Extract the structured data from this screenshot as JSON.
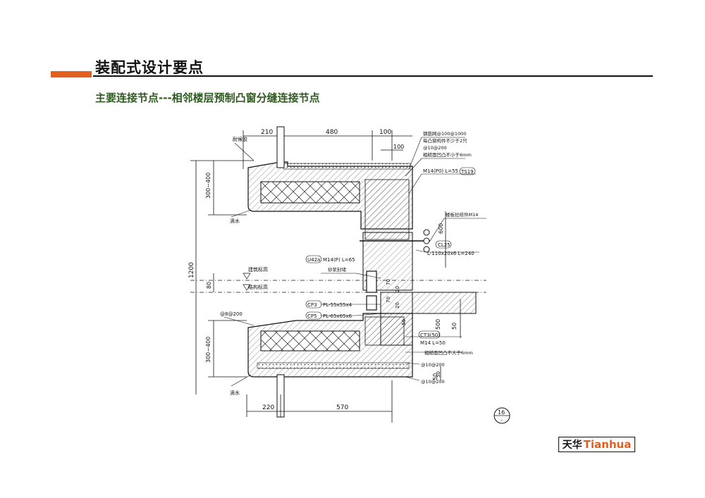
{
  "header": {
    "title": "装配式设计要点",
    "subtitle": "主要连接节点---相邻楼层预制凸窗分缝连接节点",
    "accent_color": "#e2601f",
    "subtitle_color": "#2d5a1e"
  },
  "drawing": {
    "dims_top": [
      "210",
      "480",
      "100"
    ],
    "dim_100_small": "100",
    "dims_bottom": [
      "220",
      "570"
    ],
    "dims_left": [
      "300~400",
      "1200",
      "80",
      "300~400"
    ],
    "dim_right": [
      "600",
      "500",
      "50",
      "50",
      "20",
      "70",
      "70",
      "20",
      "50",
      "50"
    ],
    "labels_left": [
      "耐候胶",
      "滴水",
      "建筑标高",
      "结构标高",
      "滴水",
      "@8@200"
    ],
    "callouts": [
      "钢筋网@100@1000",
      "每凸窗构件不少于2只",
      "@10@200",
      "粗糙面凹凸不小于6mm",
      "M14(P0)  L=55",
      "楼板拉结件M14",
      "L-110x20x6 L=240",
      "M14(P) L=65",
      "砂浆封堵",
      "PL-55x55x4",
      "PL-65x65x6",
      "M14 L=50",
      "粗糙面凹凸不大于6mm",
      "@10@200",
      "@10@200"
    ],
    "tags": [
      "TS19",
      "CL25",
      "U42a",
      "CP3",
      "CP5",
      "CT3(50)"
    ],
    "sheet_number": "16",
    "sheet_sub": "-"
  },
  "logo": {
    "cn": "天华",
    "en": "Tianhua"
  }
}
